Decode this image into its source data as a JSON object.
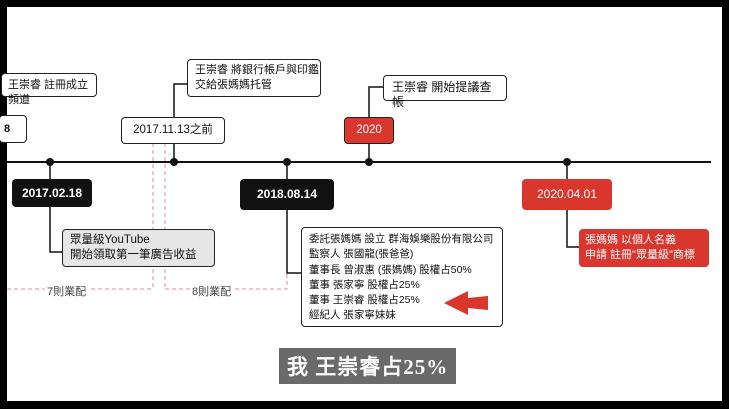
{
  "colors": {
    "accent_red": "#d9362e",
    "dark": "#111111",
    "gray_box": "#e6e6e6",
    "dash": "#d9919b"
  },
  "top_left": {
    "text": "王崇睿 註冊成立頻道"
  },
  "event_2017_11": {
    "note_lines": [
      "王崇睿 將銀行帳戶與印鑑",
      "交給張媽媽托管"
    ],
    "date": "2017.11.13之前"
  },
  "event_2020": {
    "note": "王崇睿 開始提議查帳",
    "date": "2020"
  },
  "date_2017_02": "2017.02.18",
  "date_2018_08": "2018.08.14",
  "date_2020_04": "2020.04.01",
  "youtube_box": {
    "lines": [
      "眾量級YouTube",
      "開始領取第一筆廣告收益"
    ]
  },
  "shareholding": {
    "lines": [
      "委託張媽媽 設立 群海娛樂股份有限公司",
      "監察人 張國龍(張爸爸)",
      "董事長 曾淑惠 (張媽媽) 股權占50%",
      "董事 張家寧 股權占25%",
      "董事 王崇睿 股權占25%",
      "經紀人 張家寧妹妹"
    ]
  },
  "trademark_box": {
    "lines": [
      "張媽媽 以個人名義",
      "申請 註冊\"眾量級\"商標"
    ]
  },
  "range_labels": {
    "seven": "7則業配",
    "eight": "8則業配"
  },
  "subtitle": "我 王崇睿占25%",
  "left_partial_box": "8"
}
